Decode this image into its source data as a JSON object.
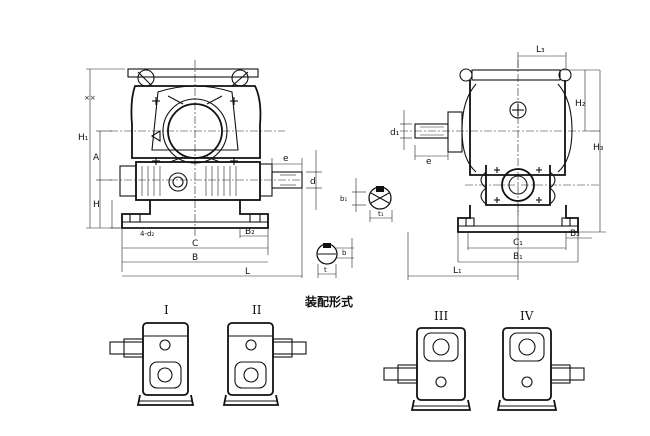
{
  "caption": "装配形式",
  "views": {
    "front": {
      "labels": {
        "h1": "H₁",
        "a": "A",
        "h": "H",
        "xx": "××",
        "c": "C",
        "b": "B",
        "l": "L",
        "b2": "B₂",
        "holes": "4-d₂",
        "e": "e",
        "d": "d"
      }
    },
    "side": {
      "labels": {
        "l3": "L₃",
        "h2": "H₂",
        "h3": "H₃",
        "d1": "d₁",
        "e": "e",
        "c1": "C₁",
        "b3": "B₃",
        "b1": "B₁",
        "l1": "L₁"
      }
    },
    "key_detail_1": {
      "labels": {
        "b": "b",
        "t": "t"
      }
    },
    "key_detail_2": {
      "labels": {
        "b1": "b₁",
        "t1": "t₁"
      }
    }
  },
  "assembly_types": [
    "I",
    "II",
    "III",
    "IV"
  ]
}
